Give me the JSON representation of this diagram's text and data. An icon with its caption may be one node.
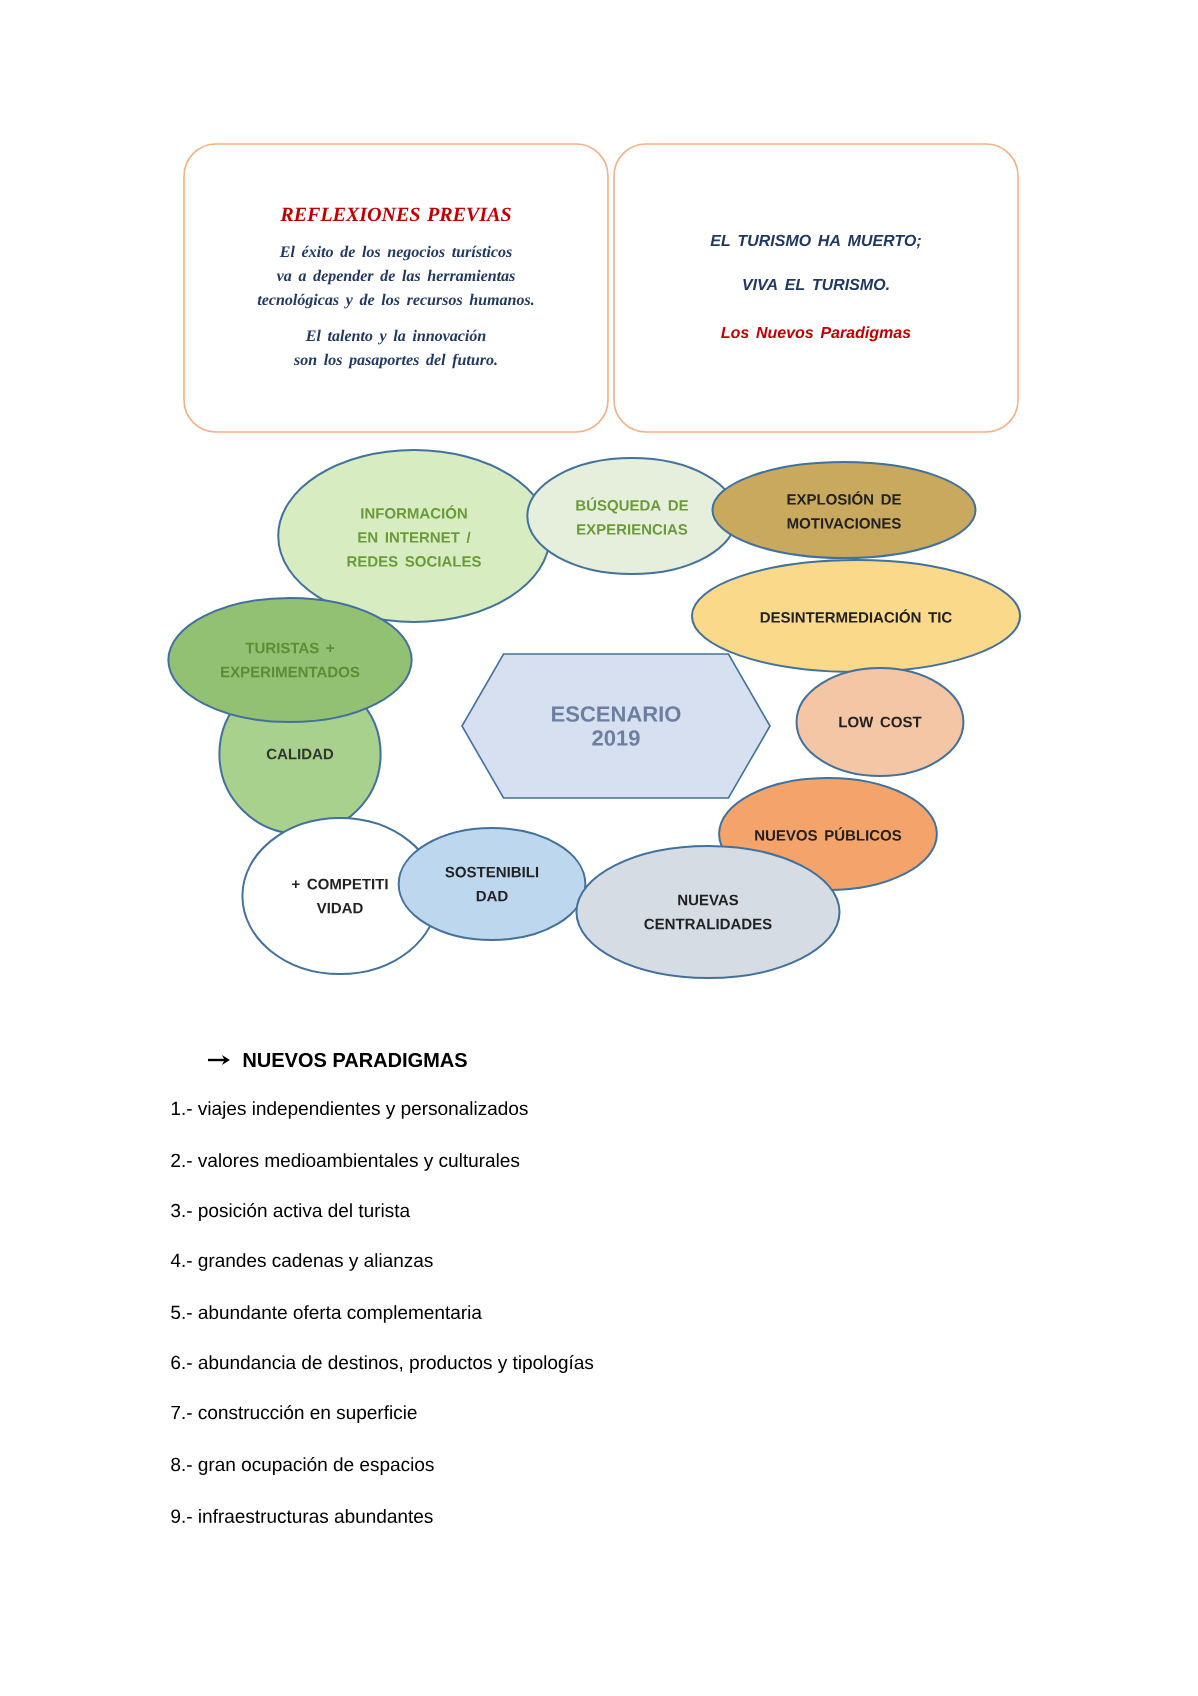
{
  "diagram": {
    "nodes": [
      {
        "text": [
          "REFLEXIONES PREVIAS",
          "El éxito de los negocios turísticos va a depender de las herramientas tecnológicas y de los recursos humanos.",
          "El talento y la innovación son los pasaportes del futuro."
        ]
      },
      {
        "text": [
          "EL TURISMO HA MUERTO;",
          "VIVA EL TURISMO.",
          "Los Nuevos Paradigmas"
        ]
      },
      {
        "text": [
          "INFORMACIÓN EN INTERNET / REDES SOCIALES"
        ]
      },
      {
        "text": [
          "BÚSQUEDA DE EXPERIENCIAS"
        ]
      },
      {
        "text": [
          "EXPLOSIÓN DE MOTIVACIONES"
        ]
      },
      {
        "text": [
          "DESINTERMEDIACIÓN TIC"
        ]
      },
      {
        "text": [
          "TURISTAS + EXPERIMENTADOS"
        ]
      },
      {
        "text": [
          "ESCENARIO 2019"
        ]
      },
      {
        "text": [
          "CALIDAD"
        ]
      },
      {
        "text": [
          "LOW COST"
        ]
      },
      {
        "text": [
          "NUEVOS PÚBLICOS"
        ]
      },
      {
        "text": [
          "+ COMPETITI VIDAD"
        ]
      },
      {
        "text": [
          "SOSTENIBILI DAD"
        ]
      },
      {
        "text": [
          "NUEVAS CENTRALIDADES"
        ]
      }
    ],
    "labels": [
      "NUEVOS PARADIGMAS",
      "1.- viajes independientes y personalizados",
      "2.- valores medioambientales y culturales",
      "3.- posición activa del turista",
      "4.- grandes cadenas y alianzas",
      "5.- abundante oferta complementaria",
      "6.- abundancia de destinos, productos y tipologías",
      "7.- construcción en superficie",
      "8.- gran ocupación de espacios",
      "9.- infraestructuras abundantes"
    ]
  }
}
